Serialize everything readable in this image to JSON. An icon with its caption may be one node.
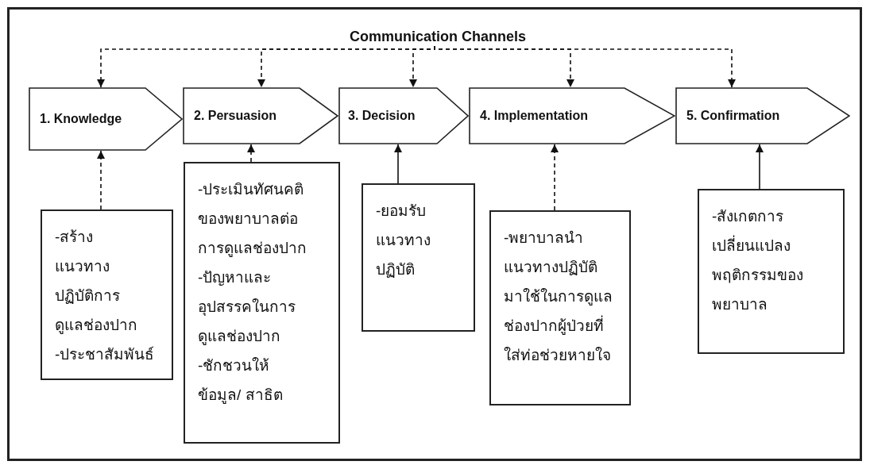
{
  "diagram": {
    "nodes": [
      {
        "text": [
          "Communication Channels"
        ]
      },
      {
        "text": [
          "1. Knowledge"
        ]
      },
      {
        "text": [
          "2. Persuasion"
        ]
      },
      {
        "text": [
          "3. Decision"
        ]
      },
      {
        "text": [
          "4. Implementation"
        ]
      },
      {
        "text": [
          "5. Confirmation"
        ]
      },
      {
        "text": [
          "-สร้างแนวทางปฏิบัติการดูแลช่องปาก",
          "-ประชาสัมพันธ์"
        ]
      },
      {
        "text": [
          "-ประเมินทัศนคติของพยาบาลต่อการดูแลช่องปาก",
          "-ปัญหาและอุปสรรคในการดูแลช่องปาก",
          "-ชักชวนให้ข้อมูล/ สาธิต"
        ]
      },
      {
        "text": [
          "-ยอมรับแนวทางปฏิบัติ"
        ]
      },
      {
        "text": [
          "-พยาบาลนำแนวทางปฏิบัติมาใช้ในการดูแลช่องปากผู้ป่วยที่ใส่ท่อช่วยหายใจ"
        ]
      },
      {
        "text": [
          "-สังเกตการเปลี่ยนแปลงพฤติกรรมของพยาบาล"
        ]
      }
    ],
    "edges": [
      {
        "from": 0,
        "to": 1,
        "arrow": "to",
        "style": "dashed"
      },
      {
        "from": 0,
        "to": 2,
        "arrow": "to",
        "style": "dashed"
      },
      {
        "from": 0,
        "to": 3,
        "arrow": "to",
        "style": "dashed"
      },
      {
        "from": 0,
        "to": 4,
        "arrow": "to",
        "style": "dashed"
      },
      {
        "from": 0,
        "to": 5,
        "arrow": "to",
        "style": "dashed"
      },
      {
        "from": 6,
        "to": 1,
        "arrow": "to",
        "style": "dashed"
      },
      {
        "from": 7,
        "to": 2,
        "arrow": "to",
        "style": "dashed"
      },
      {
        "from": 8,
        "to": 3,
        "arrow": "to"
      },
      {
        "from": 9,
        "to": 4,
        "arrow": "to",
        "style": "dashed"
      },
      {
        "from": 10,
        "to": 5,
        "arrow": "to"
      }
    ]
  }
}
